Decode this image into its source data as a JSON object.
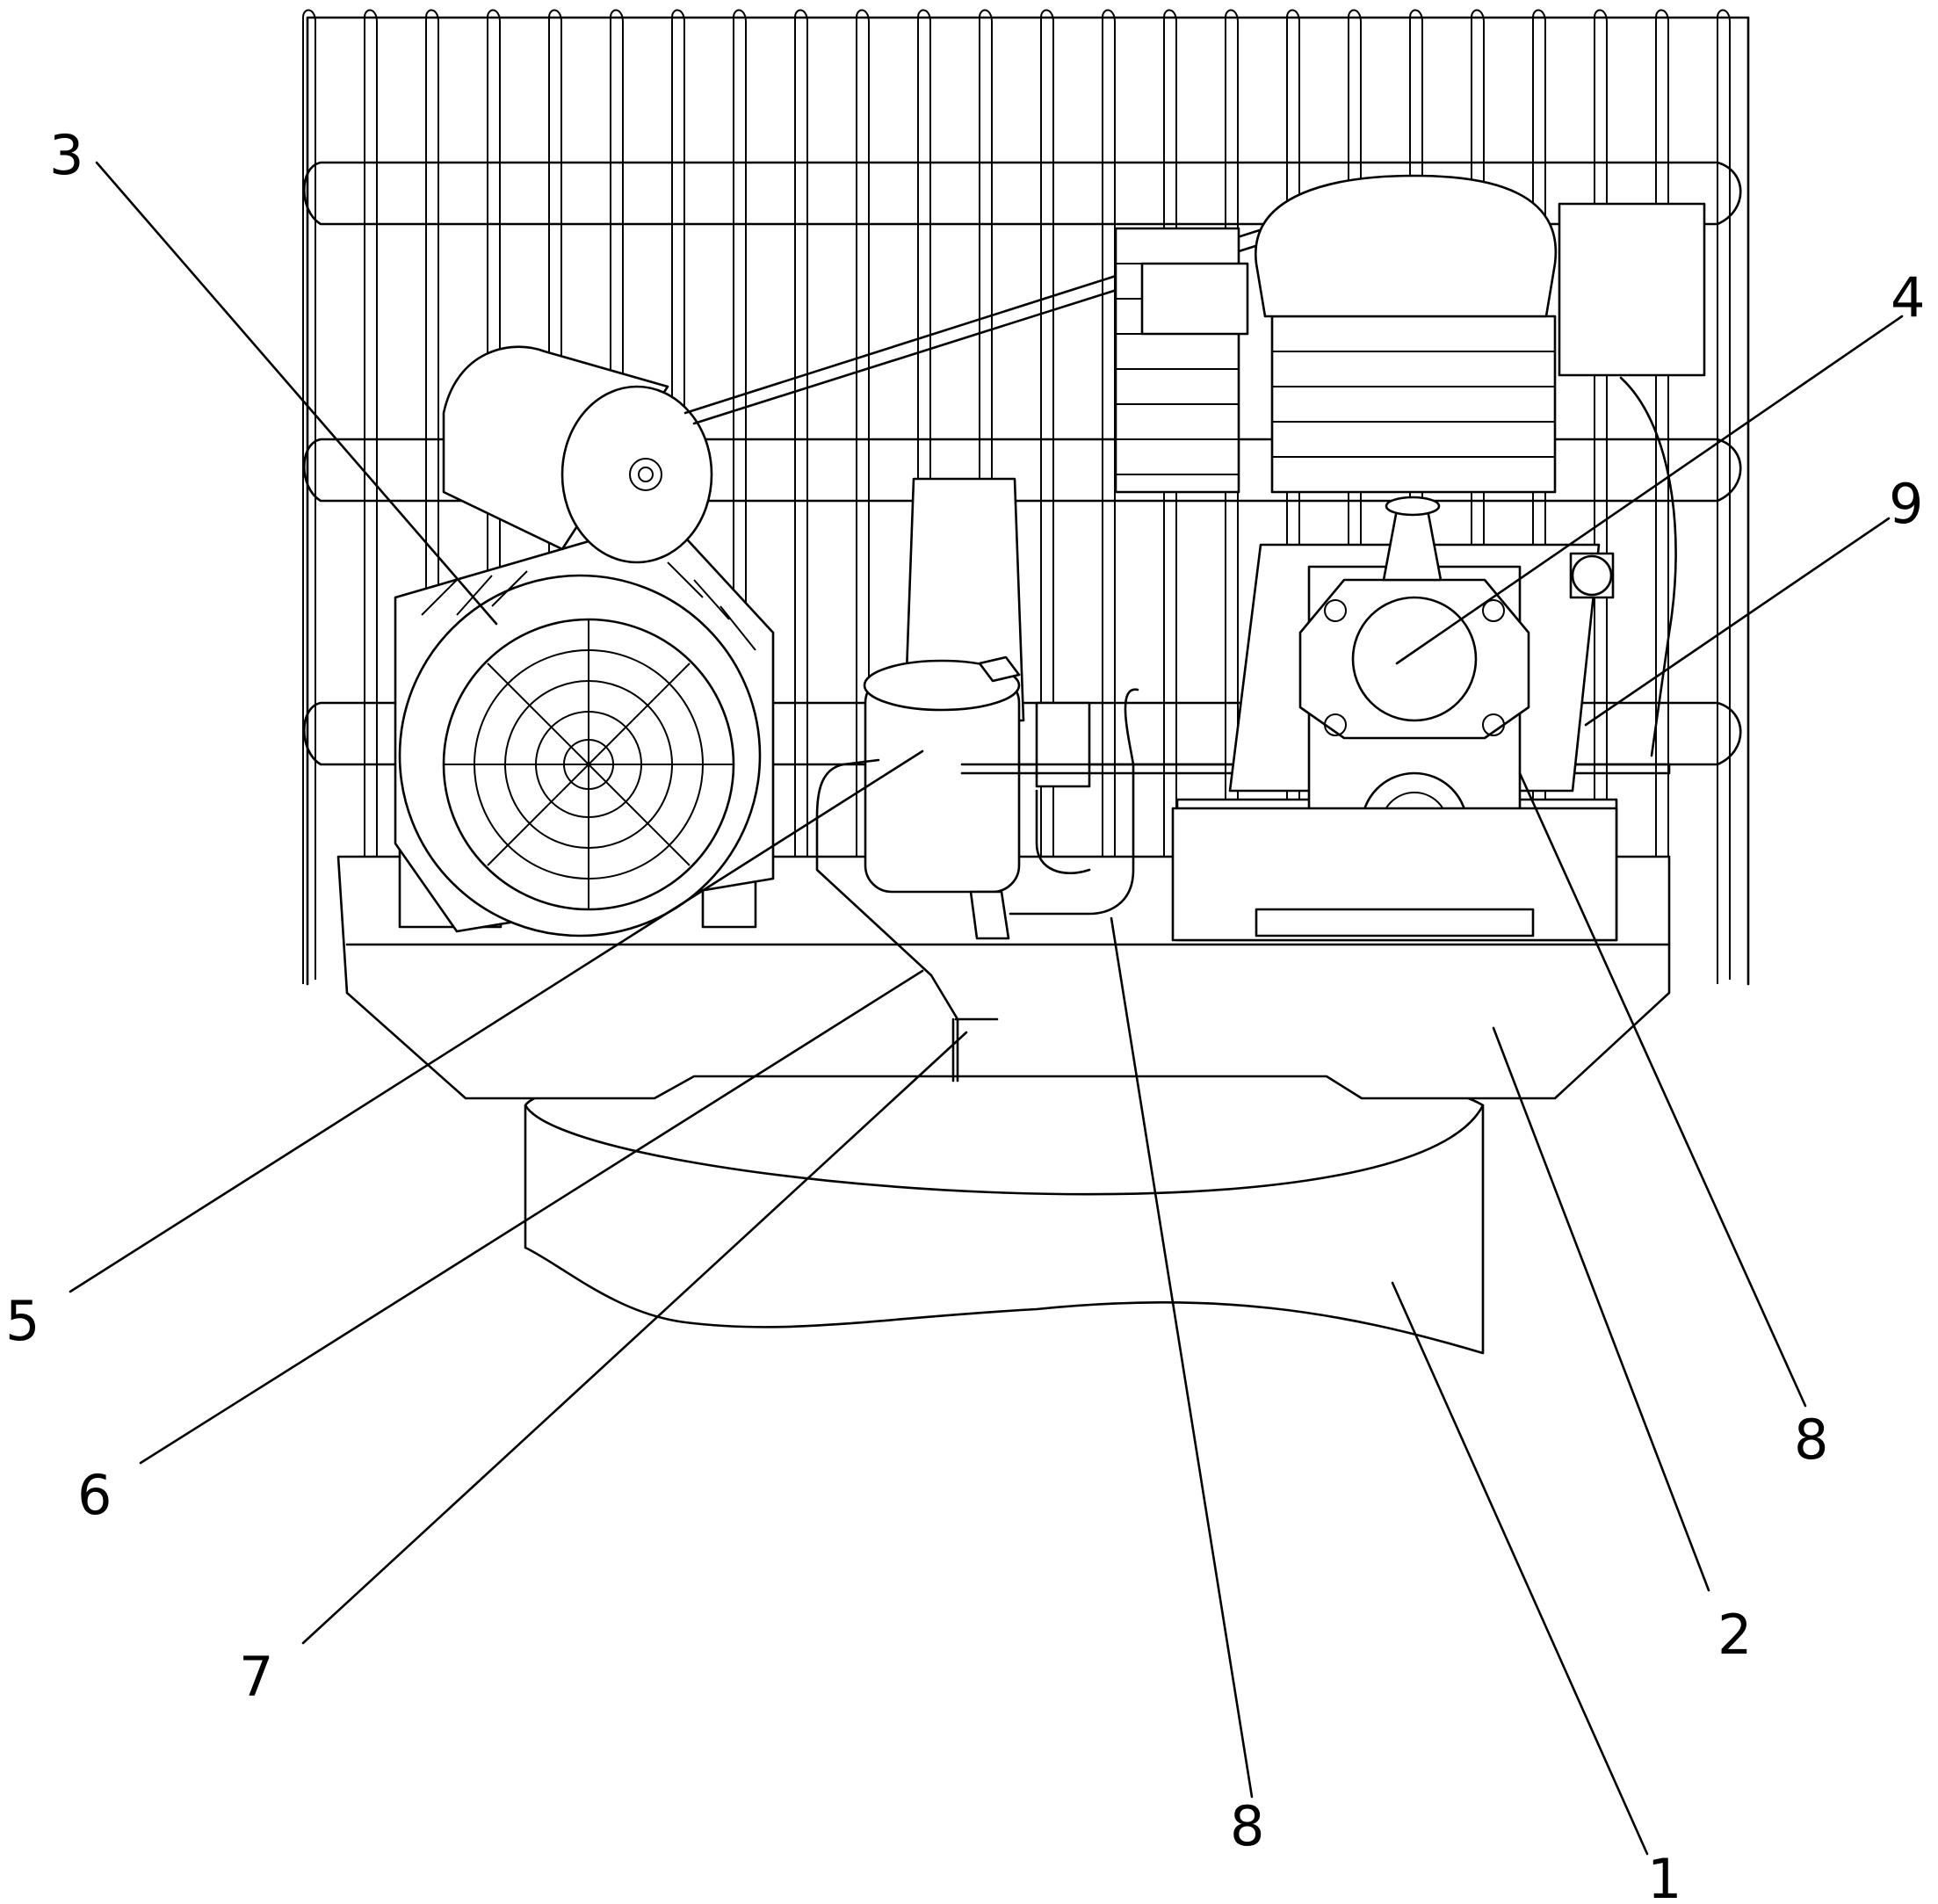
{
  "figure": {
    "callouts": [
      {
        "id": "c1",
        "label": "1"
      },
      {
        "id": "c2",
        "label": "2"
      },
      {
        "id": "c3",
        "label": "3"
      },
      {
        "id": "c4",
        "label": "4"
      },
      {
        "id": "c5",
        "label": "5"
      },
      {
        "id": "c6",
        "label": "6"
      },
      {
        "id": "c7",
        "label": "7"
      },
      {
        "id": "c8a",
        "label": "8"
      },
      {
        "id": "c8b",
        "label": "8"
      },
      {
        "id": "c9",
        "label": "9"
      }
    ]
  }
}
